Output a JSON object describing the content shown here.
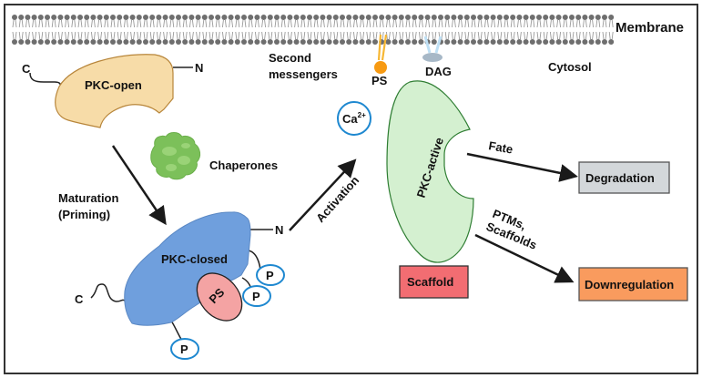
{
  "labels": {
    "membrane": "Membrane",
    "cytosol": "Cytosol",
    "second_messengers_line1": "Second",
    "second_messengers_line2": "messengers",
    "ps_lipid": "PS",
    "dag": "DAG",
    "calcium": "Ca",
    "calcium_charge": "2+",
    "pkc_open": "PKC-open",
    "pkc_closed": "PKC-closed",
    "pkc_active": "PKC-active",
    "chaperones": "Chaperones",
    "maturation_line1": "Maturation",
    "maturation_line2": "(Priming)",
    "activation": "Activation",
    "fate": "Fate",
    "ptms_line1": "PTMs,",
    "ptms_line2": "Scaffolds",
    "degradation": "Degradation",
    "downregulation": "Downregulation",
    "scaffold": "Scaffold",
    "terminus_c": "C",
    "terminus_n": "N",
    "phosphate": "P",
    "ps_bound": "PS"
  },
  "colors": {
    "pkc_open_fill": "#F7DCA8",
    "pkc_open_stroke": "#B8863B",
    "pkc_closed_fill": "#6F9FDD",
    "pkc_active_fill": "#D4F0D0",
    "pkc_active_stroke": "#2E7D32",
    "ps_bound_fill": "#F4A3A3",
    "chaperone_fill": "#7CC05A",
    "phosphate_stroke": "#1E88D0",
    "ps_lipid_head": "#F79A12",
    "dag_head": "#A7B8C7",
    "membrane": "#6E6E6E",
    "degradation_fill": "#D3D7DA",
    "downregulation_fill": "#F99B5E",
    "scaffold_fill": "#F26D72"
  }
}
